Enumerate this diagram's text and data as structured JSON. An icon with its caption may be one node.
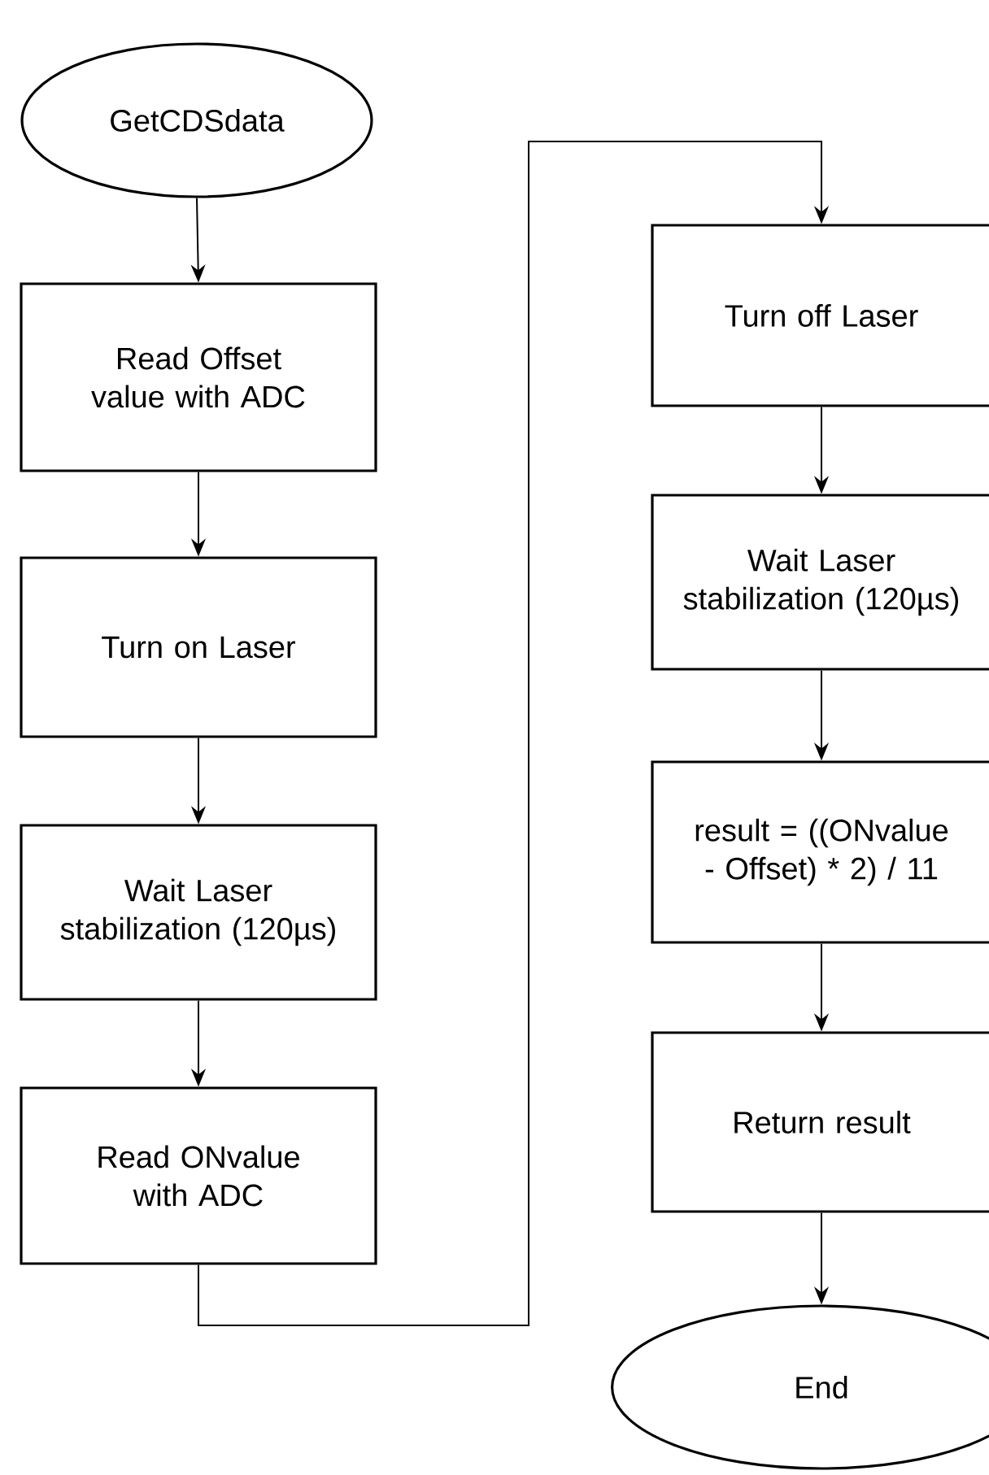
{
  "diagram": {
    "nodes": [
      {
        "text": [
          "GetCDSdata"
        ]
      },
      {
        "text": [
          "Read Offset value with ADC"
        ]
      },
      {
        "text": [
          "Turn on Laser"
        ]
      },
      {
        "text": [
          "Wait Laser stabilization (120µs)"
        ]
      },
      {
        "text": [
          "Read ONvalue with ADC"
        ]
      },
      {
        "text": [
          "Turn off Laser"
        ]
      },
      {
        "text": [
          "Wait Laser stabilization (120µs)"
        ]
      },
      {
        "text": [
          "result = ((ONvalue - Offset) * 2) / 11"
        ]
      },
      {
        "text": [
          "Return result"
        ]
      },
      {
        "text": [
          "End"
        ]
      }
    ],
    "edges": [
      {
        "from": 0,
        "to": 1,
        "arrow": "to"
      },
      {
        "from": 1,
        "to": 2,
        "arrow": "to"
      },
      {
        "from": 2,
        "to": 3,
        "arrow": "to"
      },
      {
        "from": 3,
        "to": 4,
        "arrow": "to"
      },
      {
        "from": 4,
        "to": 5,
        "arrow": "to"
      },
      {
        "from": 5,
        "to": 6,
        "arrow": "to"
      },
      {
        "from": 6,
        "to": 7,
        "arrow": "to"
      },
      {
        "from": 7,
        "to": 8,
        "arrow": "to"
      },
      {
        "from": 8,
        "to": 9,
        "arrow": "to"
      }
    ]
  }
}
